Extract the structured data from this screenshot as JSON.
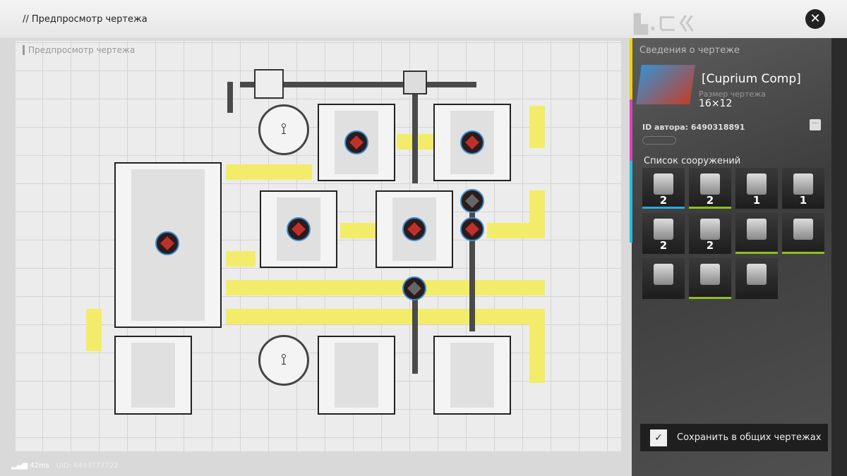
{
  "header": {
    "title": "// Предпросмотр чертежа",
    "logo": "▙.ㄈㄍ"
  },
  "canvas": {
    "label": "Предпросмотр чертежа"
  },
  "sidebar": {
    "section_title": "Сведения о чертеже",
    "blueprint_name": "Cuprium Comp",
    "size_label": "Размер чертежа",
    "size_value": "16×12",
    "author_id": "ID автора: 6490318891",
    "more_label": "···",
    "structures_title": "Список сооружений",
    "structures": [
      {
        "count": "2",
        "bar": "#2aa8e0"
      },
      {
        "count": "2",
        "bar": "#8cc020"
      },
      {
        "count": "1",
        "bar": ""
      },
      {
        "count": "1",
        "bar": ""
      },
      {
        "count": "2",
        "bar": ""
      },
      {
        "count": "2",
        "bar": ""
      },
      {
        "count": "",
        "bar": "#8cc020"
      },
      {
        "count": "",
        "bar": "#8cc020"
      },
      {
        "count": "",
        "bar": ""
      },
      {
        "count": "",
        "bar": "#8cc020"
      },
      {
        "count": "",
        "bar": ""
      }
    ],
    "save_button": "Сохранить в общих чертежах"
  },
  "footer": {
    "ping": "42ms",
    "uid": "UID: 6493777722"
  }
}
